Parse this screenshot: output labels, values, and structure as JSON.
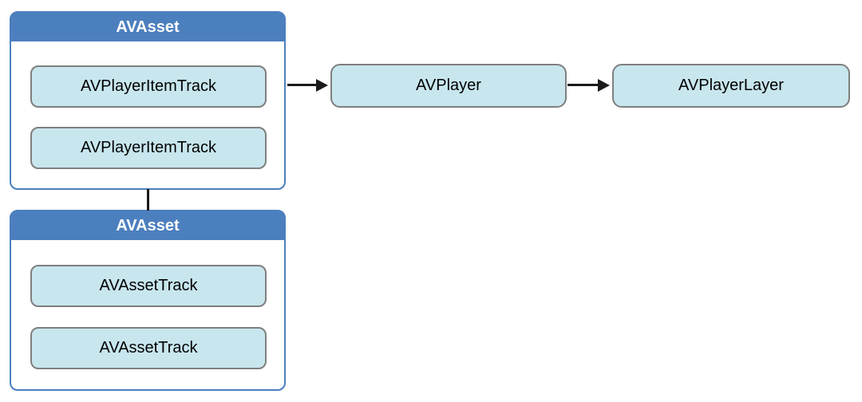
{
  "diagram": {
    "colors": {
      "header_blue": "#4c7fbe",
      "container_border_blue": "#4c7fbe",
      "node_fill_light_blue": "#c8e6ee",
      "node_border_gray": "#7f7f7f",
      "connector_black": "#1a1a1a",
      "background": "#ffffff"
    },
    "containers": [
      {
        "id": "asset-top",
        "title": "AVAsset",
        "children": [
          {
            "label": "AVPlayerItemTrack"
          },
          {
            "label": "AVPlayerItemTrack"
          }
        ]
      },
      {
        "id": "asset-bottom",
        "title": "AVAsset",
        "children": [
          {
            "label": "AVAssetTrack"
          },
          {
            "label": "AVAssetTrack"
          }
        ]
      }
    ],
    "nodes": [
      {
        "id": "avplayer",
        "label": "AVPlayer"
      },
      {
        "id": "avplayerlayer",
        "label": "AVPlayerLayer"
      }
    ],
    "edges": [
      {
        "from": "asset-top",
        "to": "avplayer",
        "style": "arrow-right"
      },
      {
        "from": "avplayer",
        "to": "avplayerlayer",
        "style": "arrow-right"
      },
      {
        "from": "asset-top",
        "to": "asset-bottom",
        "style": "plain-line"
      }
    ]
  }
}
